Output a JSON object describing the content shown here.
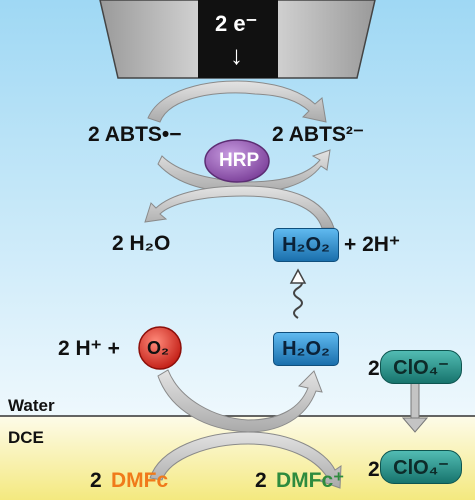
{
  "electrode": {
    "label": "2 e⁻",
    "arrow": "↓"
  },
  "species": {
    "abts_radical": "2 ABTS•−",
    "abts_2minus": "2 ABTS²⁻",
    "hrp": "HRP",
    "water": "2 H₂O",
    "h2o2_top": "H₂O₂",
    "plus_2h": "+ 2H⁺",
    "h_plus": "2 H⁺ +",
    "o2": "O₂",
    "h2o2_mid": "H₂O₂",
    "clo4_water_coef": "2",
    "clo4_water": "ClO₄⁻",
    "clo4_dce_coef": "2",
    "clo4_dce": "ClO₄⁻",
    "dmfc_coef": "2",
    "dmfc": "DMFc",
    "dmfc_plus_coef": "2",
    "dmfc_plus": "DMFc⁺"
  },
  "phases": {
    "upper": "Water",
    "lower": "DCE"
  },
  "colors": {
    "water_top": "#9fd8f4",
    "water_bottom": "#e9f6fc",
    "dce_top": "#fdfbe6",
    "dce_bottom": "#f5ec8a",
    "electrode_body": "#111111",
    "electrode_side": "#b9b9b9",
    "hrp": "#8a4fa6",
    "h2o2": "#1f86c6",
    "o2": "#d8241c",
    "clo4": "#1f8c84",
    "dmfc": "#f07a1a",
    "dmfc_plus": "#2e8b3e",
    "arrow_fill": "#c9c9c9",
    "arrow_stroke": "#8a8a8a"
  }
}
